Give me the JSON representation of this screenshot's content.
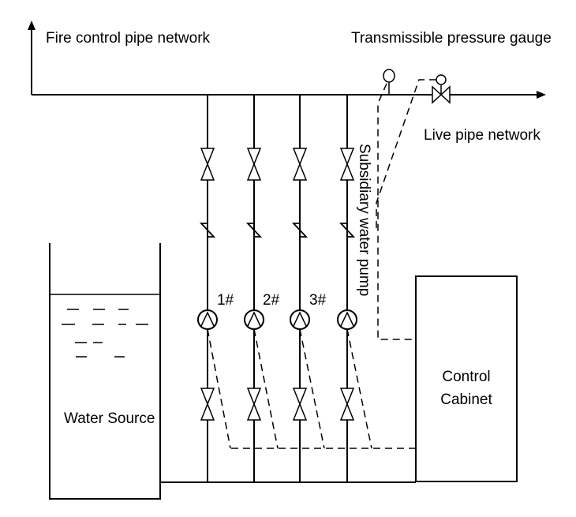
{
  "labels": {
    "fire_network": "Fire control pipe network",
    "pressure_gauge": "Transmissible pressure gauge",
    "live_network": "Live pipe network",
    "subsidiary_pump": "Subsidiary water pump",
    "water_source": "Water Source",
    "control_cabinet_line1": "Control",
    "control_cabinet_line2": "Cabinet"
  },
  "pumps": [
    {
      "id": "1#"
    },
    {
      "id": "2#"
    },
    {
      "id": "3#"
    },
    {
      "id": ""
    }
  ]
}
